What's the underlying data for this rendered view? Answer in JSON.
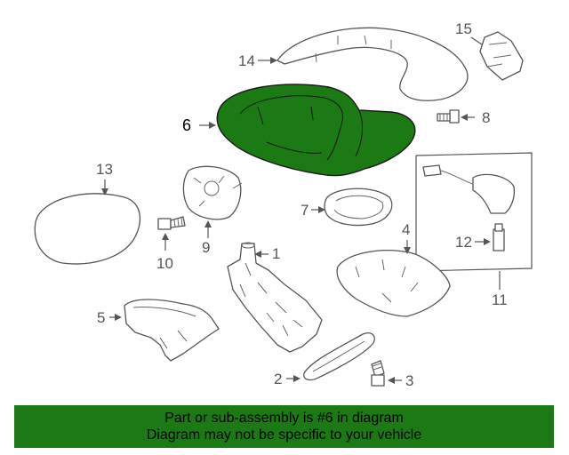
{
  "diagram": {
    "highlight_color": "#1c7a14",
    "callouts": {
      "c1": "1",
      "c2": "2",
      "c3": "3",
      "c4": "4",
      "c5": "5",
      "c6": "6",
      "c7": "7",
      "c8": "8",
      "c9": "9",
      "c10": "10",
      "c11": "11",
      "c12": "12",
      "c13": "13",
      "c14": "14",
      "c15": "15"
    }
  },
  "banner": {
    "line1": "Part or sub-assembly is #6 in diagram",
    "line2": "Diagram may not be specific to your vehicle",
    "background": "#1c7a14"
  }
}
